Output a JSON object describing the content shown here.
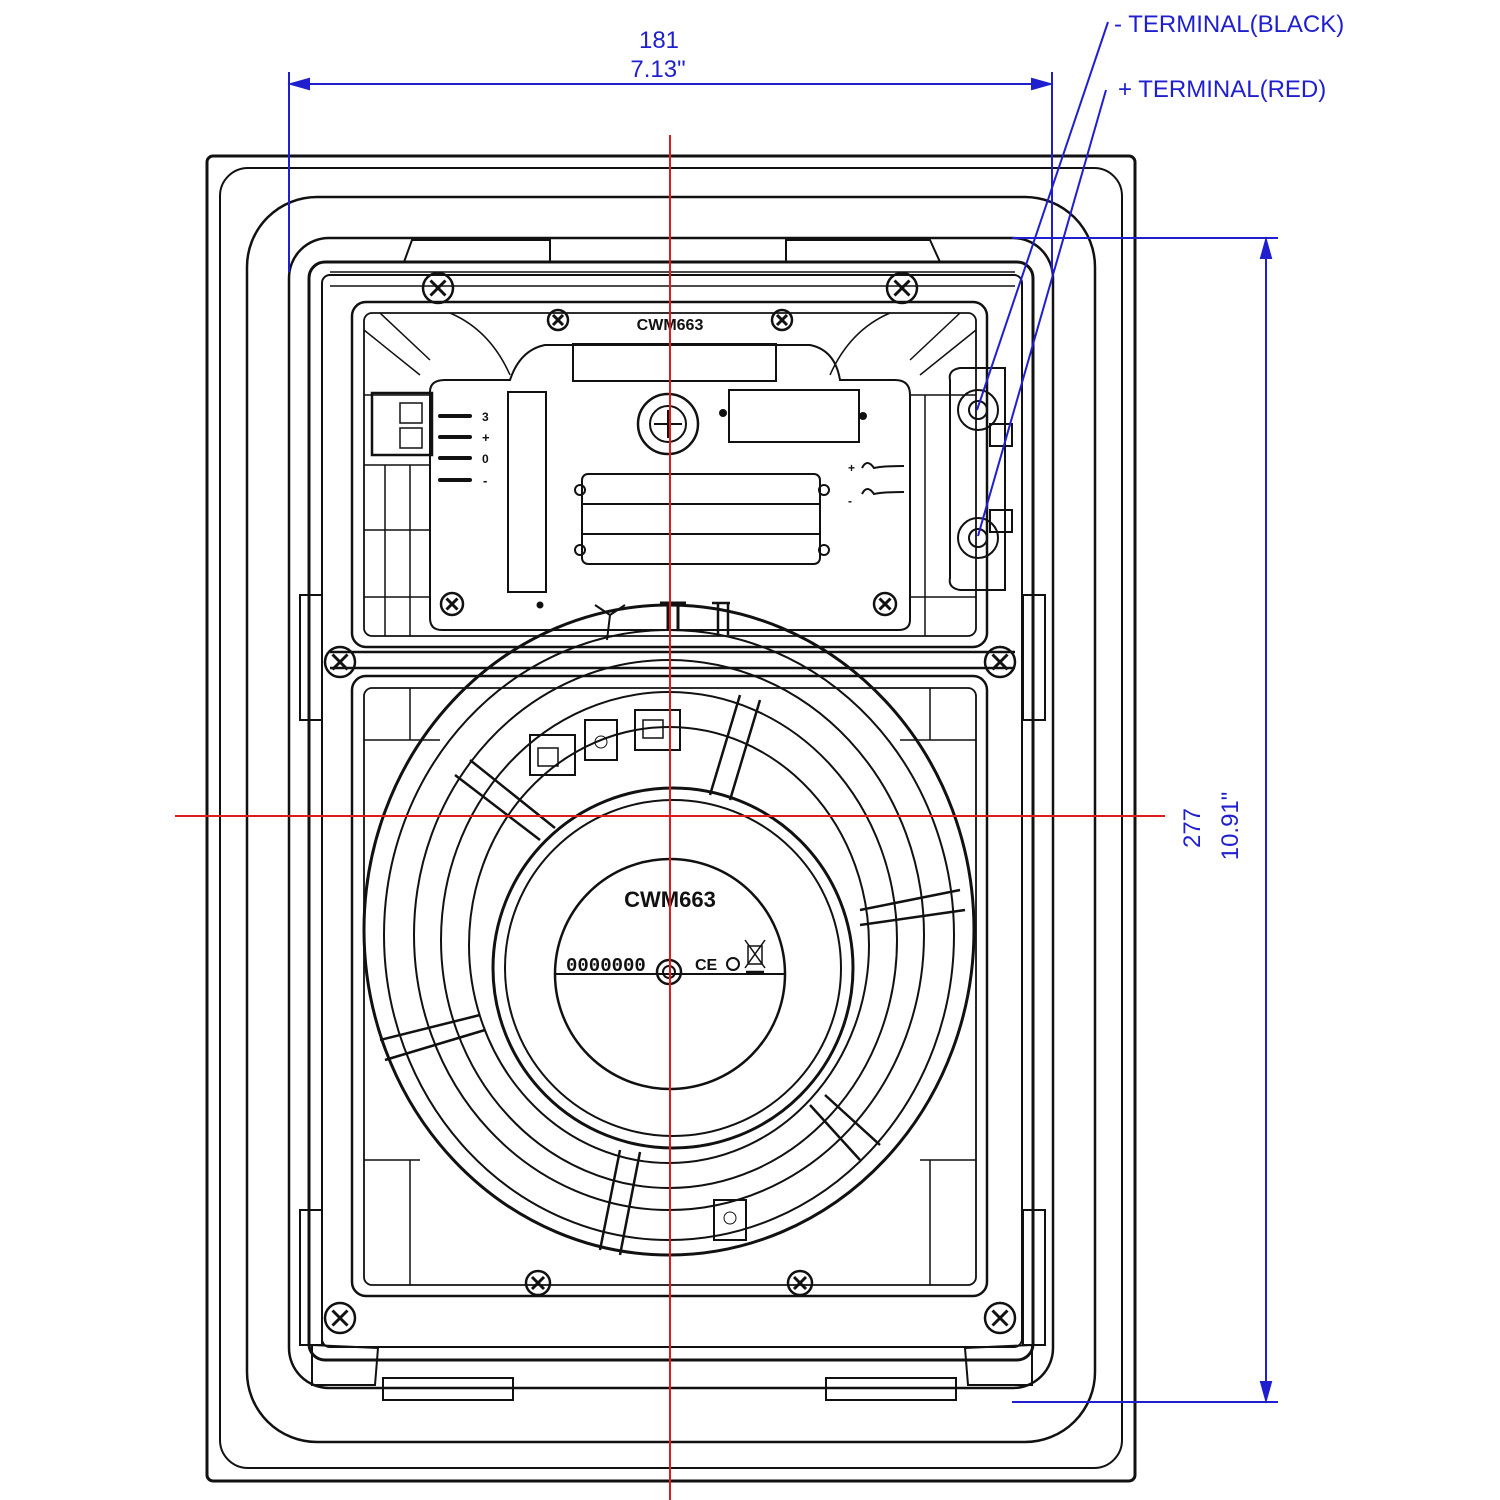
{
  "colors": {
    "dimension": "#1f1fd0",
    "centerline": "#e01b1b",
    "outline": "#111111",
    "background": "#ffffff"
  },
  "dimensions": {
    "width_mm": "181",
    "width_in": "7.13\"",
    "height_mm": "277",
    "height_in": "10.91\""
  },
  "callouts": {
    "negative_terminal": "- TERMINAL(BLACK)",
    "positive_terminal": "+ TERMINAL(RED)"
  },
  "crossover_board": {
    "model": "CWM663",
    "switch_labels": [
      "3",
      "+",
      "0",
      "-"
    ],
    "input_labels": [
      "+",
      "-"
    ]
  },
  "woofer_label": {
    "model": "CWM663",
    "serial": "0000000",
    "marks": "CE"
  },
  "icons": {
    "screw": "screw-icon",
    "terminal": "terminal-icon",
    "recycle": "weee-bin-icon"
  }
}
